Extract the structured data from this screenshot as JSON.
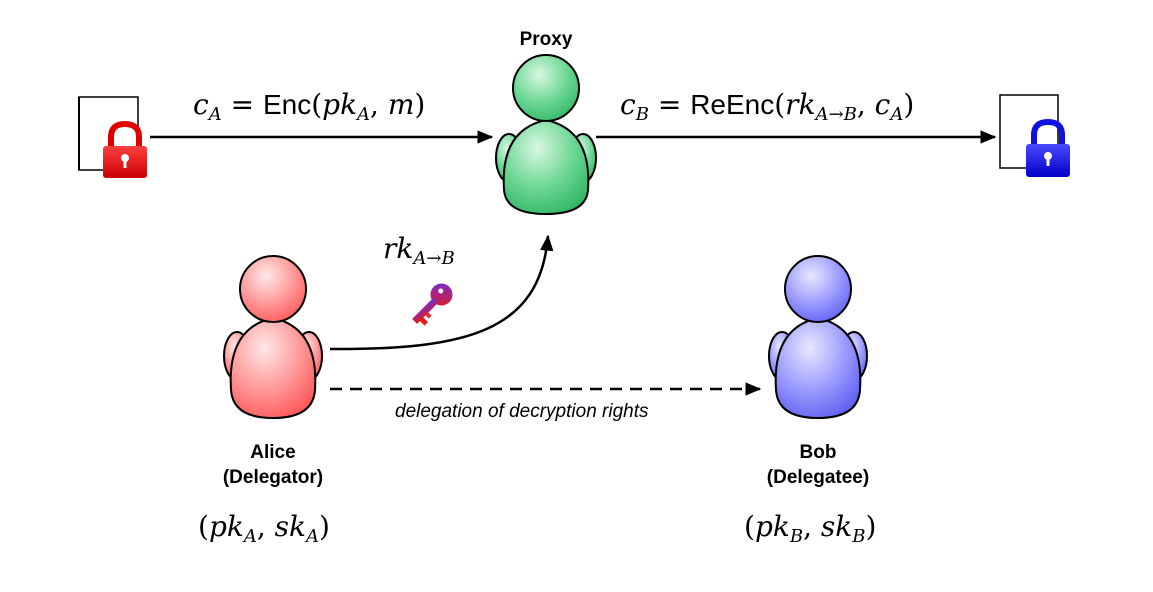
{
  "proxy": {
    "name": "Proxy"
  },
  "alice": {
    "name": "Alice",
    "role": "(Delegator)",
    "keys": "(pk_A, sk_A)"
  },
  "bob": {
    "name": "Bob",
    "role": "(Delegatee)",
    "keys": "(pk_B, sk_B)"
  },
  "arrows": {
    "encrypt_label": "c_A = Enc(pk_A, m)",
    "reencrypt_label": "c_B = ReEnc(rk_{A→B}, c_A)",
    "rekey_label": "rk_{A→B}",
    "delegation_label": "delegation of decryption rights"
  },
  "colors": {
    "alice": "#ff8a8a",
    "proxy": "#5fd38a",
    "bob": "#8f8fff",
    "lock_red": "#e00000",
    "lock_blue": "#1010e0",
    "key_start": "#e01818",
    "key_end": "#7a2dd8"
  },
  "icons": [
    "document-icon",
    "red-lock-icon",
    "blue-lock-icon",
    "key-icon",
    "person-icon"
  ]
}
